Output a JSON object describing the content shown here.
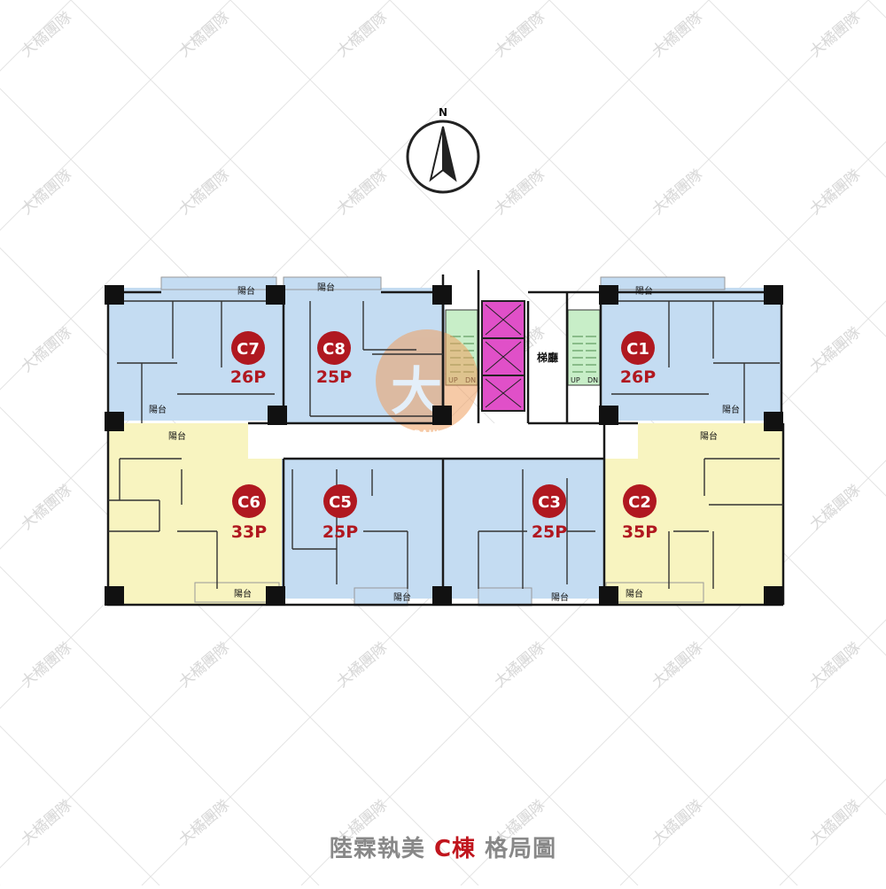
{
  "title": {
    "project": "陸霖執美",
    "building": "C棟",
    "suffix": "格局圖"
  },
  "compass": {
    "label": "N"
  },
  "watermark": {
    "text": "大橘團隊"
  },
  "logo": {
    "char": "大",
    "text": "DAJU TEAM"
  },
  "colors": {
    "blue_unit": "#c4dcf2",
    "yellow_unit": "#f8f4c0",
    "stair": "#c8eec8",
    "elevator": "#e050c8",
    "accent_red": "#b01820",
    "title_grey": "#888888"
  },
  "lobby": {
    "label": "梯廳"
  },
  "stairs": {
    "up": "UP",
    "down": "DN"
  },
  "balcony_label": "陽台",
  "units": [
    {
      "code": "C7",
      "area": "26P"
    },
    {
      "code": "C8",
      "area": "25P"
    },
    {
      "code": "C1",
      "area": "26P"
    },
    {
      "code": "C6",
      "area": "33P"
    },
    {
      "code": "C5",
      "area": "25P"
    },
    {
      "code": "C3",
      "area": "25P"
    },
    {
      "code": "C2",
      "area": "35P"
    }
  ]
}
